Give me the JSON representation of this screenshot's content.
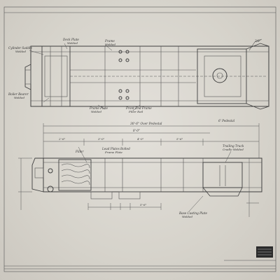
{
  "drawing": {
    "top_view_notes": {
      "left_top": "Cylinder Saddle",
      "left_top_sub": "Welded",
      "center_top": "Deck Plate",
      "center_top_sub": "Welded",
      "frame_top": "Frame",
      "frame_top_sub": "Welded",
      "right_top": "3/8\"",
      "left_bottom": "Boiler Bearer",
      "left_bottom_sub": "Welded",
      "center_bottom": "Front End Frame",
      "center_bottom_sub": "Filler Rail",
      "center_bottom2": "Frame Plate",
      "center_bottom2_sub": "Welded"
    },
    "side_view_notes": {
      "overall_dim": "30'-6\" Over Pedestal",
      "overall_dim2": "8'-0\"",
      "right_dim": "6' Pedestal",
      "center_note": "Lead Plates Bolted",
      "center_note_sub": "Frame Plate",
      "right_note": "Trailing Truck",
      "right_note_sub": "Cradle Welded",
      "bottom_note": "Base Casting Plate",
      "bottom_note_sub": "Welded",
      "small_note": "Filler"
    },
    "dims": {
      "d1": "2'-6\"",
      "d2": "3'-0\"",
      "d3": "4'-0\"",
      "d4": "5'-6\"",
      "d5": "5'-6\""
    }
  }
}
